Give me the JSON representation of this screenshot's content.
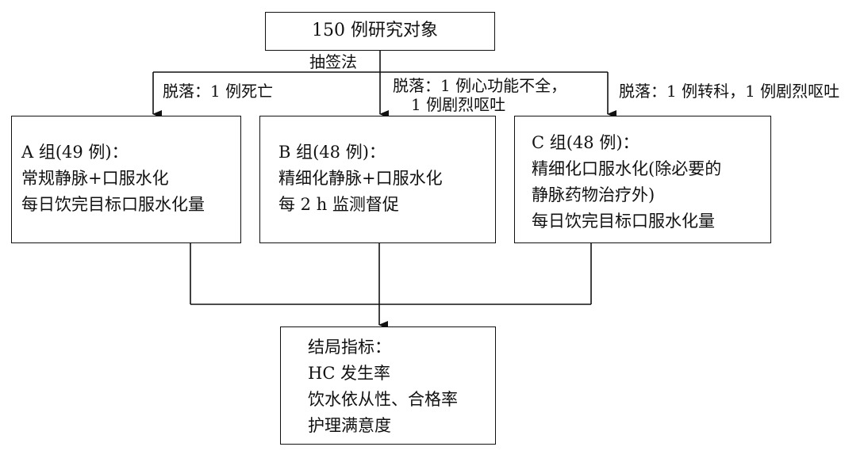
{
  "top_box": {
    "text": "150 例研究对象"
  },
  "method_label": "抽签法",
  "dropouts": {
    "a": "脱落：1 例死亡",
    "b_line1": "脱落：1 例心功能不全，",
    "b_line2": "1 例剧烈呕吐",
    "c": "脱落：1 例转科，1 例剧烈呕吐"
  },
  "groups": {
    "a": {
      "lines": [
        "A 组(49 例)：",
        "常规静脉+口服水化",
        "每日饮完目标口服水化量"
      ]
    },
    "b": {
      "lines": [
        "B 组(48 例)：",
        "精细化静脉+口服水化",
        "每 2 h 监测督促"
      ]
    },
    "c": {
      "lines": [
        "C 组(48 例)：",
        "精细化口服水化(除必要的",
        "静脉药物治疗外)",
        "每日饮完目标口服水化量"
      ]
    }
  },
  "outcome_box": {
    "lines": [
      "结局指标：",
      "HC 发生率",
      "饮水依从性、合格率",
      "护理满意度"
    ]
  }
}
